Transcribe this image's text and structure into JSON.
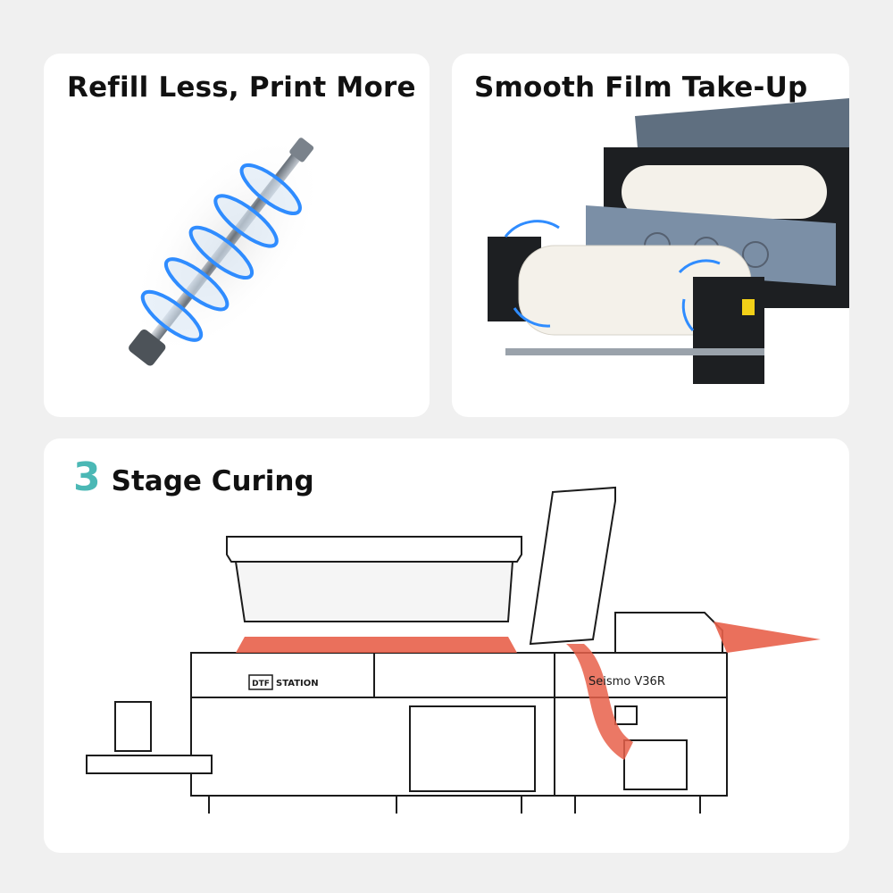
{
  "panels": {
    "refill": {
      "title": "Refill Less, Print More"
    },
    "film": {
      "title": "Smooth Film Take-Up"
    },
    "curing": {
      "stage_number": "3",
      "stage_label": "Stage Curing",
      "brand_prefix": "DTF",
      "brand_name": "STATION",
      "model_label": "Seismo V36R"
    }
  },
  "colors": {
    "page_bg": "#f0f0f0",
    "card_bg": "#ffffff",
    "accent_teal": "#4bb8b5",
    "heat_red": "#e8604a",
    "glow_blue": "#2f8cff",
    "machine_gray": "#5f6f80"
  }
}
